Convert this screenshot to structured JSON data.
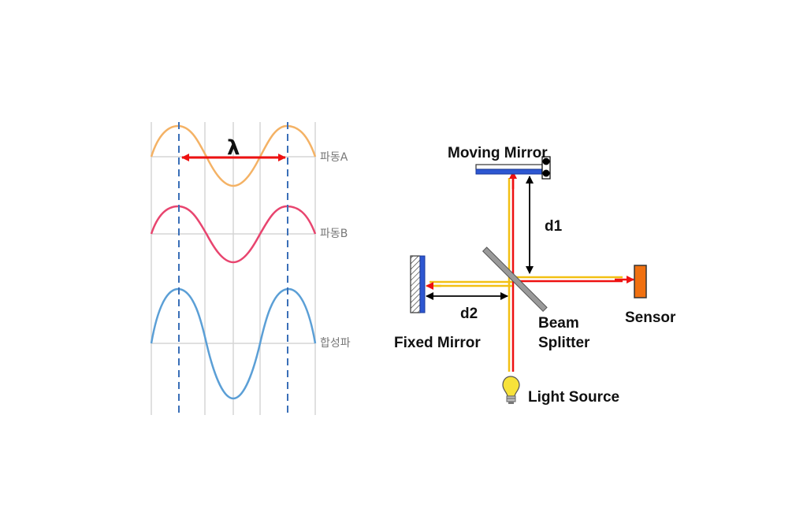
{
  "waves": {
    "lambda_symbol": "λ",
    "labels": {
      "wave_a": "파동A",
      "wave_b": "파동B",
      "sum": "합성파"
    },
    "colors": {
      "wave_a": "#f4b265",
      "wave_b": "#e8456f",
      "sum": "#5b9fd6",
      "guide": "#3a6fb8",
      "grid": "#d5d5d5",
      "arrow": "#ee1111"
    }
  },
  "interferometer": {
    "labels": {
      "moving_mirror": "Moving Mirror",
      "fixed_mirror": "Fixed Mirror",
      "beam_splitter_line1": "Beam",
      "beam_splitter_line2": "Splitter",
      "sensor": "Sensor",
      "light_source": "Light Source",
      "d1": "d1",
      "d2": "d2"
    },
    "colors": {
      "mirror": "#2d57d2",
      "sensor": "#f07010",
      "beam_red": "#ee1111",
      "beam_yellow": "#f2c014",
      "splitter": "#9a9a9a",
      "bulb": "#f7e23a"
    }
  }
}
